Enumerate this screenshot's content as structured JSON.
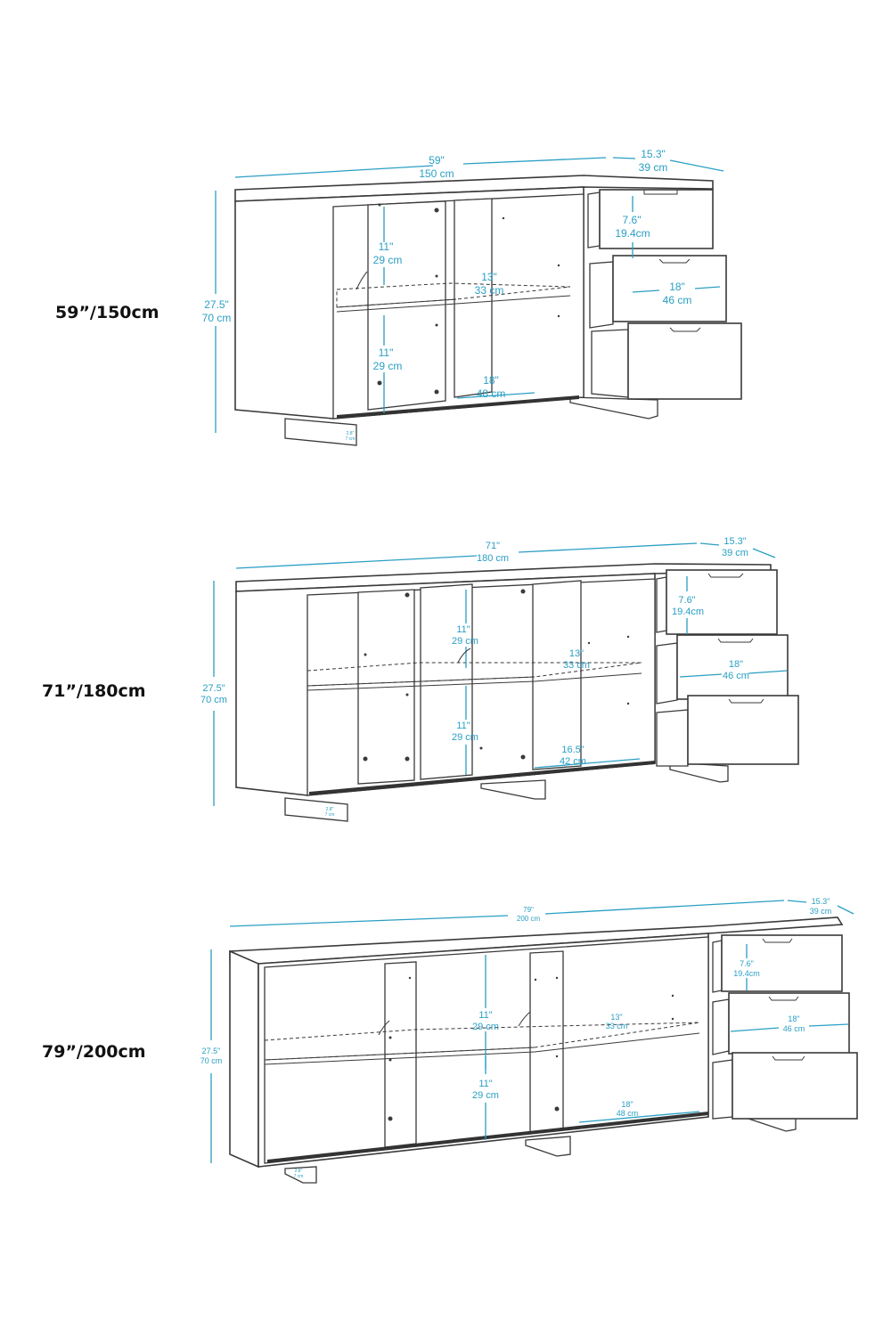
{
  "variants": [
    {
      "size_label": "59”/150cm",
      "width_in": "59\"",
      "width_cm": "150 cm",
      "depth_in": "15.3\"",
      "depth_cm": "39 cm",
      "height_in": "27.5\"",
      "height_cm": "70 cm",
      "shelf_upper_in": "11\"",
      "shelf_upper_cm": "29 cm",
      "shelf_lower_in": "11\"",
      "shelf_lower_cm": "29 cm",
      "shelf_depth_in": "13\"",
      "shelf_depth_cm": "33 cm",
      "cab_width_in": "18\"",
      "cab_width_cm": "48 cm",
      "drawer_h_in": "7.6\"",
      "drawer_h_cm": "19.4cm",
      "drawer_w_in": "18\"",
      "drawer_w_cm": "46 cm",
      "leg_in": "2.8\"",
      "leg_cm": "7 cm"
    },
    {
      "size_label": "71”/180cm",
      "width_in": "71\"",
      "width_cm": "180 cm",
      "depth_in": "15.3\"",
      "depth_cm": "39 cm",
      "height_in": "27.5\"",
      "height_cm": "70 cm",
      "shelf_upper_in": "11\"",
      "shelf_upper_cm": "29 cm",
      "shelf_lower_in": "11\"",
      "shelf_lower_cm": "29 cm",
      "shelf_depth_in": "13\"",
      "shelf_depth_cm": "33 cm",
      "cab_width_in": "16.5\"",
      "cab_width_cm": "42 cm",
      "drawer_h_in": "7.6\"",
      "drawer_h_cm": "19.4cm",
      "drawer_w_in": "18\"",
      "drawer_w_cm": "46 cm",
      "leg_in": "2.8\"",
      "leg_cm": "7 cm"
    },
    {
      "size_label": "79”/200cm",
      "width_in": "79\"",
      "width_cm": "200 cm",
      "depth_in": "15.3\"",
      "depth_cm": "39 cm",
      "height_in": "27.5\"",
      "height_cm": "70 cm",
      "shelf_upper_in": "11\"",
      "shelf_upper_cm": "29 cm",
      "shelf_lower_in": "11\"",
      "shelf_lower_cm": "29 cm",
      "shelf_depth_in": "13\"",
      "shelf_depth_cm": "33 cm",
      "cab_width_in": "18\"",
      "cab_width_cm": "48 cm",
      "drawer_h_in": "7.6\"",
      "drawer_h_cm": "19.4cm",
      "drawer_w_in": "18\"",
      "drawer_w_cm": "46 cm",
      "leg_in": "2.8\"",
      "leg_cm": "7 cm"
    }
  ],
  "colors": {
    "dimension": "#2a9fc4",
    "line": "#3a3a3a",
    "label": "#111111"
  }
}
